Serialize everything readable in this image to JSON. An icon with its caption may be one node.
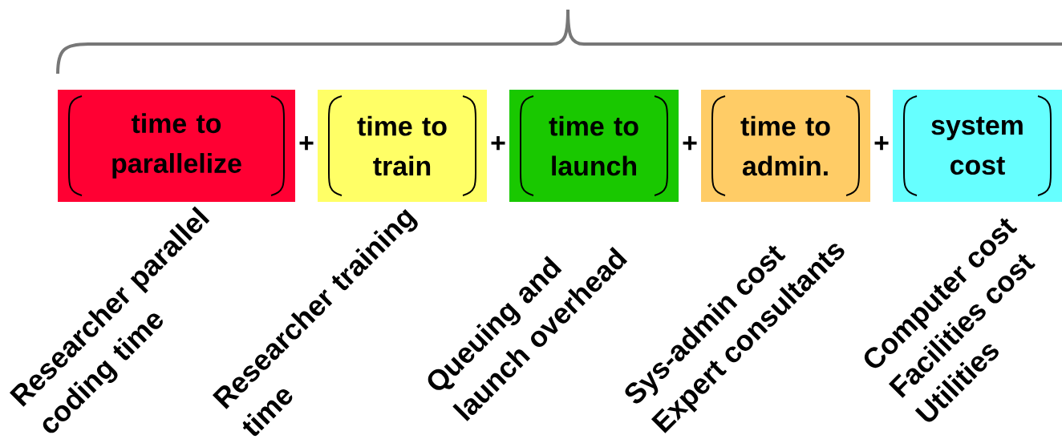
{
  "diagram": {
    "nodes": [
      {
        "text": [
          "time to parallelize"
        ],
        "beside": [
          "Researcher parallel coding time"
        ]
      },
      {
        "text": [
          "time to train"
        ],
        "beside": [
          "Researcher training time"
        ]
      },
      {
        "text": [
          "time to launch"
        ],
        "beside": [
          "Queuing and launch overhead"
        ]
      },
      {
        "text": [
          "time to admin."
        ],
        "beside": [
          "Sys-admin cost",
          "Expert consultants"
        ]
      },
      {
        "text": [
          "system cost"
        ],
        "beside": [
          "Computer cost",
          "Facilities cost",
          "Utilities"
        ]
      }
    ],
    "labels": [
      "+",
      "+",
      "+",
      "+"
    ]
  }
}
